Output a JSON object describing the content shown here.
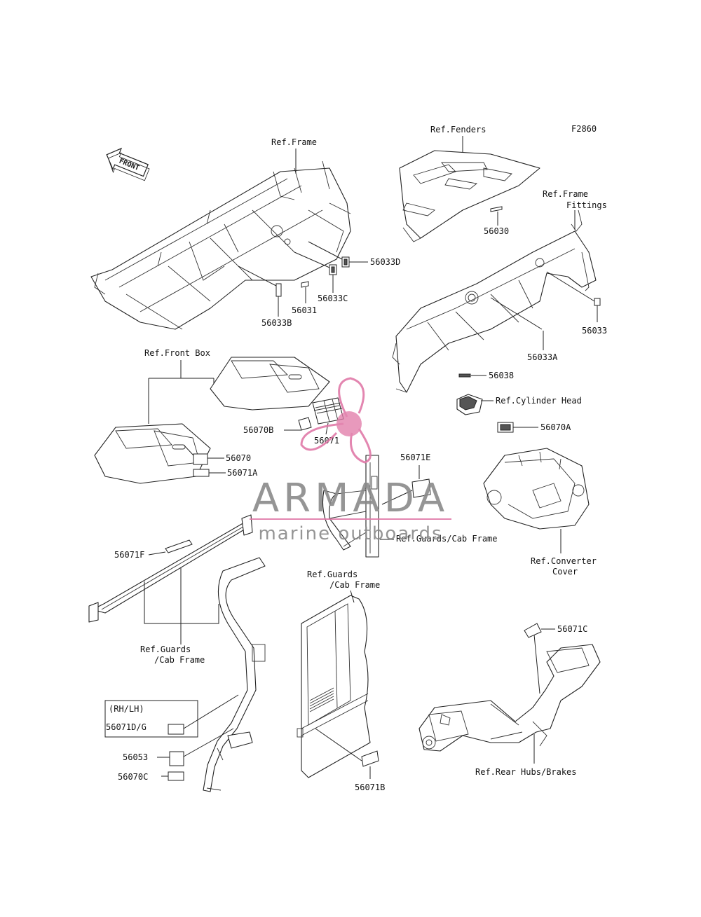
{
  "figure_code": "F2860",
  "front_arrow": "FRONT",
  "labels": {
    "ref_frame": "Ref.Frame",
    "ref_fenders": "Ref.Fenders",
    "ref_frame_fittings_1": "Ref.Frame",
    "ref_frame_fittings_2": "Fittings",
    "ref_front_box": "Ref.Front Box",
    "ref_cylinder_head": "Ref.Cylinder Head",
    "ref_guards_cab_frame_mid": "Ref.Guards/Cab Frame",
    "ref_converter_1": "Ref.Converter",
    "ref_converter_2": "Cover",
    "ref_guards_left_1": "Ref.Guards",
    "ref_guards_left_2": "/Cab Frame",
    "ref_guards_door_1": "Ref.Guards",
    "ref_guards_door_2": "/Cab Frame",
    "ref_rear_hubs": "Ref.Rear Hubs/Brakes",
    "rh_lh": "(RH/LH)"
  },
  "parts": {
    "p56030": "56030",
    "p56033D": "56033D",
    "p56033C": "56033C",
    "p56031": "56031",
    "p56033B": "56033B",
    "p56033": "56033",
    "p56033A": "56033A",
    "p56038": "56038",
    "p56070B": "56070B",
    "p56071": "56071",
    "p56070A": "56070A",
    "p56070": "56070",
    "p56071A": "56071A",
    "p56071E": "56071E",
    "p56071F": "56071F",
    "p56071C": "56071C",
    "p56071D_G": "56071D/G",
    "p56053": "56053",
    "p56070C": "56070C",
    "p56071B": "56071B"
  },
  "watermark": {
    "brand": "ARMADA",
    "tagline": "marine outboards",
    "logo_color": "#e07aa8",
    "text_color": "#8a8a8a"
  }
}
